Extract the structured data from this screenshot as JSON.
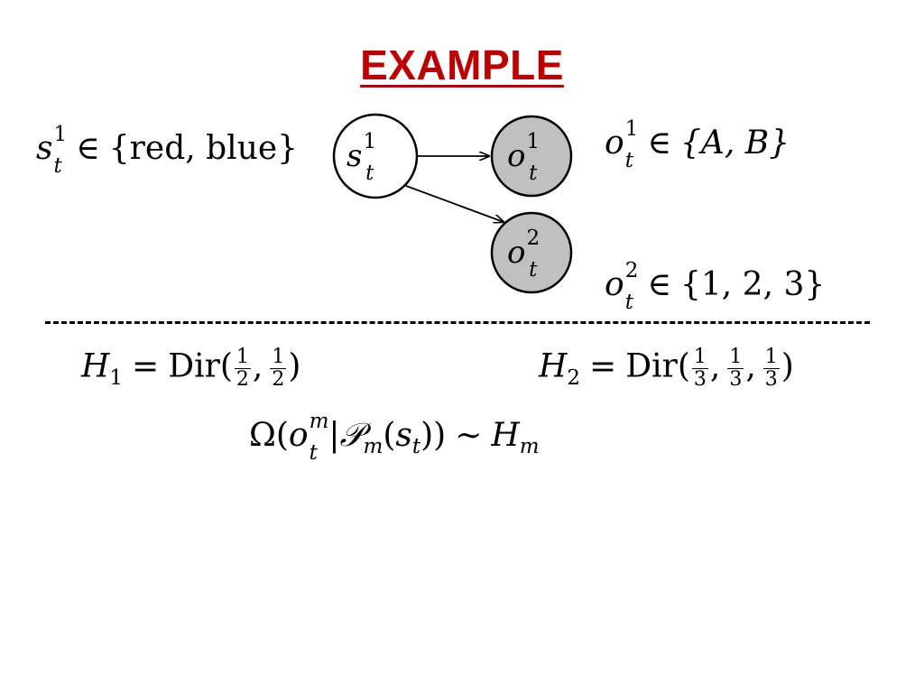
{
  "title": {
    "text": "EXAMPLE",
    "color": "#c00000"
  },
  "state_domain": {
    "var": "s",
    "superscript": "1",
    "subscript": "t",
    "relation": "∈",
    "set": "{red, blue}"
  },
  "obs1_domain": {
    "var": "o",
    "superscript": "1",
    "subscript": "t",
    "relation": "∈",
    "set": "{A, B}"
  },
  "obs2_domain": {
    "var": "o",
    "superscript": "2",
    "subscript": "t",
    "relation": "∈",
    "set": "{1, 2, 3}"
  },
  "diagram": {
    "nodes": [
      {
        "id": "s1",
        "var": "s",
        "superscript": "1",
        "subscript": "t",
        "observed": false,
        "fill": "#ffffff"
      },
      {
        "id": "o1",
        "var": "o",
        "superscript": "1",
        "subscript": "t",
        "observed": true,
        "fill": "#c0c0c0"
      },
      {
        "id": "o2",
        "var": "o",
        "superscript": "2",
        "subscript": "t",
        "observed": true,
        "fill": "#c0c0c0"
      }
    ],
    "edges": [
      {
        "from": "s1",
        "to": "o1"
      },
      {
        "from": "s1",
        "to": "o2"
      }
    ]
  },
  "prior1": {
    "lhs": "H",
    "lhs_sub": "1",
    "eq": "=",
    "fn": "Dir",
    "fractions": [
      {
        "num": "1",
        "den": "2"
      },
      {
        "num": "1",
        "den": "2"
      }
    ]
  },
  "prior2": {
    "lhs": "H",
    "lhs_sub": "2",
    "eq": "=",
    "fn": "Dir",
    "fractions": [
      {
        "num": "1",
        "den": "3"
      },
      {
        "num": "1",
        "den": "3"
      },
      {
        "num": "1",
        "den": "3"
      }
    ]
  },
  "generative": {
    "omega": "Ω",
    "var": "o",
    "superscript": "m",
    "subscript": "t",
    "bar": "|",
    "parent_fn": "𝒫",
    "parent_sub": "m",
    "arg": "s",
    "arg_sub": "t",
    "rel": "∼",
    "rhs": "H",
    "rhs_sub": "m"
  }
}
